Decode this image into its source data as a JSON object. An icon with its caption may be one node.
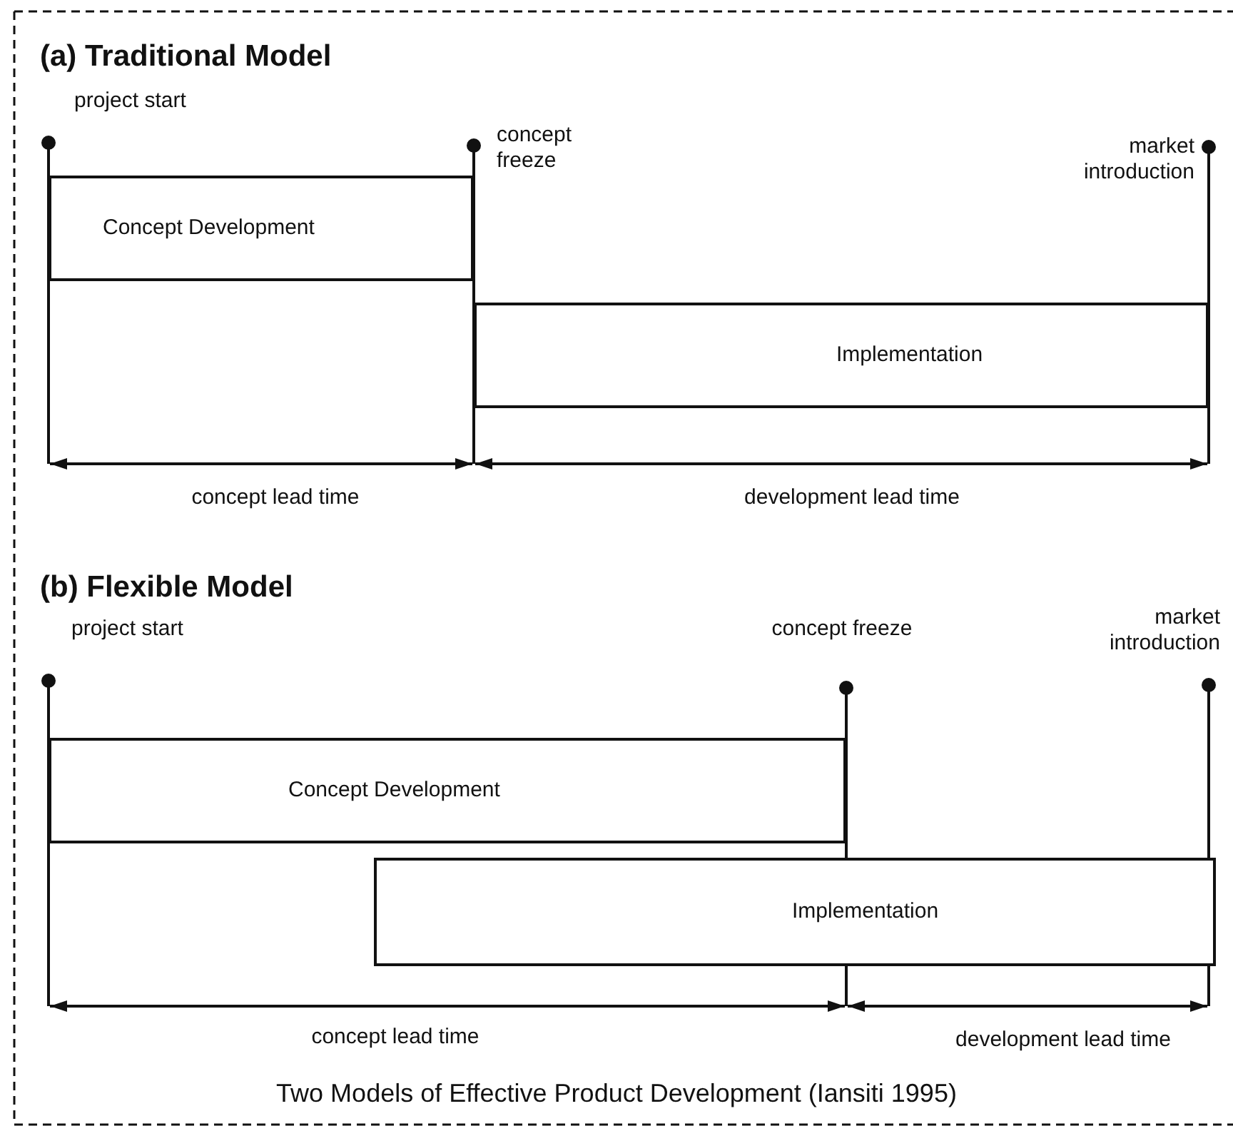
{
  "diagram": {
    "caption": "Two Models of Effective Product Development (Iansiti 1995)",
    "nodes": [
      {
        "text": [
          "Concept Development"
        ]
      },
      {
        "text": [
          "Implementation"
        ]
      },
      {
        "text": [
          "Concept Development"
        ]
      },
      {
        "text": [
          "Implementation"
        ]
      }
    ],
    "labels": [
      "(a) Traditional Model",
      "project start",
      "concept freeze",
      "market introduction",
      "concept lead time",
      "development lead time",
      "(b) Flexible Model",
      "project start",
      "concept freeze",
      "market introduction",
      "concept lead time",
      "development lead time"
    ]
  }
}
